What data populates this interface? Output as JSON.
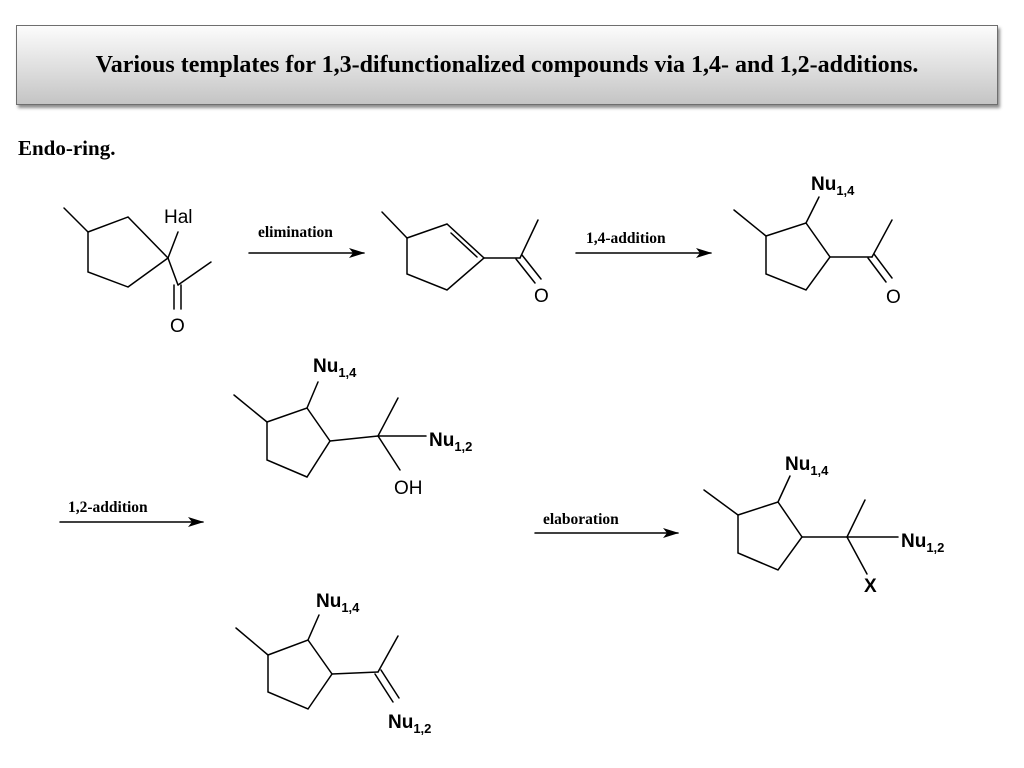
{
  "header": {
    "title": "Various templates for 1,3-difunctionalized compounds via 1,4- and 1,2-additions."
  },
  "section": {
    "subtitle": "Endo-ring."
  },
  "arrows": {
    "elimination": "elimination",
    "addition_14": "1,4-addition",
    "addition_12": "1,2-addition",
    "elaboration": "elaboration"
  },
  "atoms": {
    "halogen": "Hal",
    "oxygen": "O",
    "hydroxyl": "OH",
    "x_group": "X",
    "nu_base": "Nu",
    "nu14_sub": "1,4",
    "nu12_sub": "1,2"
  }
}
